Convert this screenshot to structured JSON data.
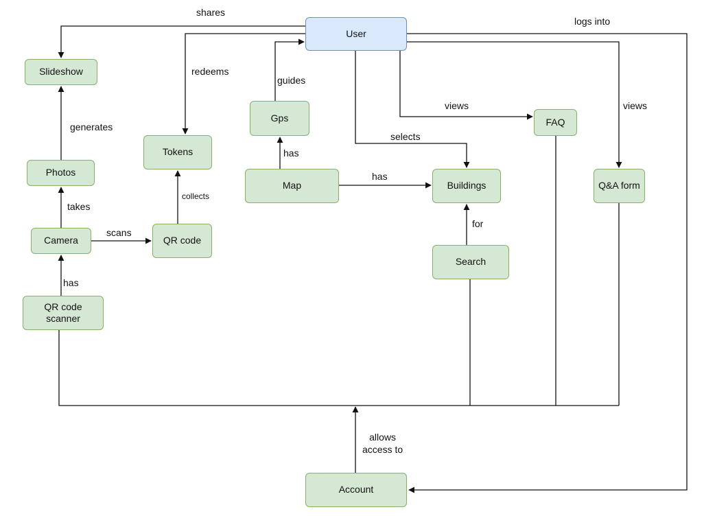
{
  "nodes": {
    "user": "User",
    "slideshow": "Slideshow",
    "photos": "Photos",
    "camera": "Camera",
    "qr_scanner": "QR code\nscanner",
    "tokens": "Tokens",
    "qr_code": "QR code",
    "gps": "Gps",
    "map": "Map",
    "buildings": "Buildings",
    "search": "Search",
    "faq": "FAQ",
    "qa_form": "Q&A form",
    "account": "Account"
  },
  "edges": {
    "shares": "shares",
    "logs_into": "logs into",
    "redeems": "redeems",
    "guides": "guides",
    "generates": "generates",
    "views_faq": "views",
    "views_qa": "views",
    "selects": "selects",
    "map_has_gps": "has",
    "map_has_buildings": "has",
    "takes": "takes",
    "collects": "collects",
    "scans": "scans",
    "for": "for",
    "scanner_has_camera": "has",
    "allows_access_to": "allows\naccess to"
  },
  "colors": {
    "node_fill": "#d5e8d4",
    "node_border": "#82b366",
    "user_fill": "#dae8fc",
    "user_border": "#6c8ebf",
    "edge_stroke": "#111111"
  }
}
